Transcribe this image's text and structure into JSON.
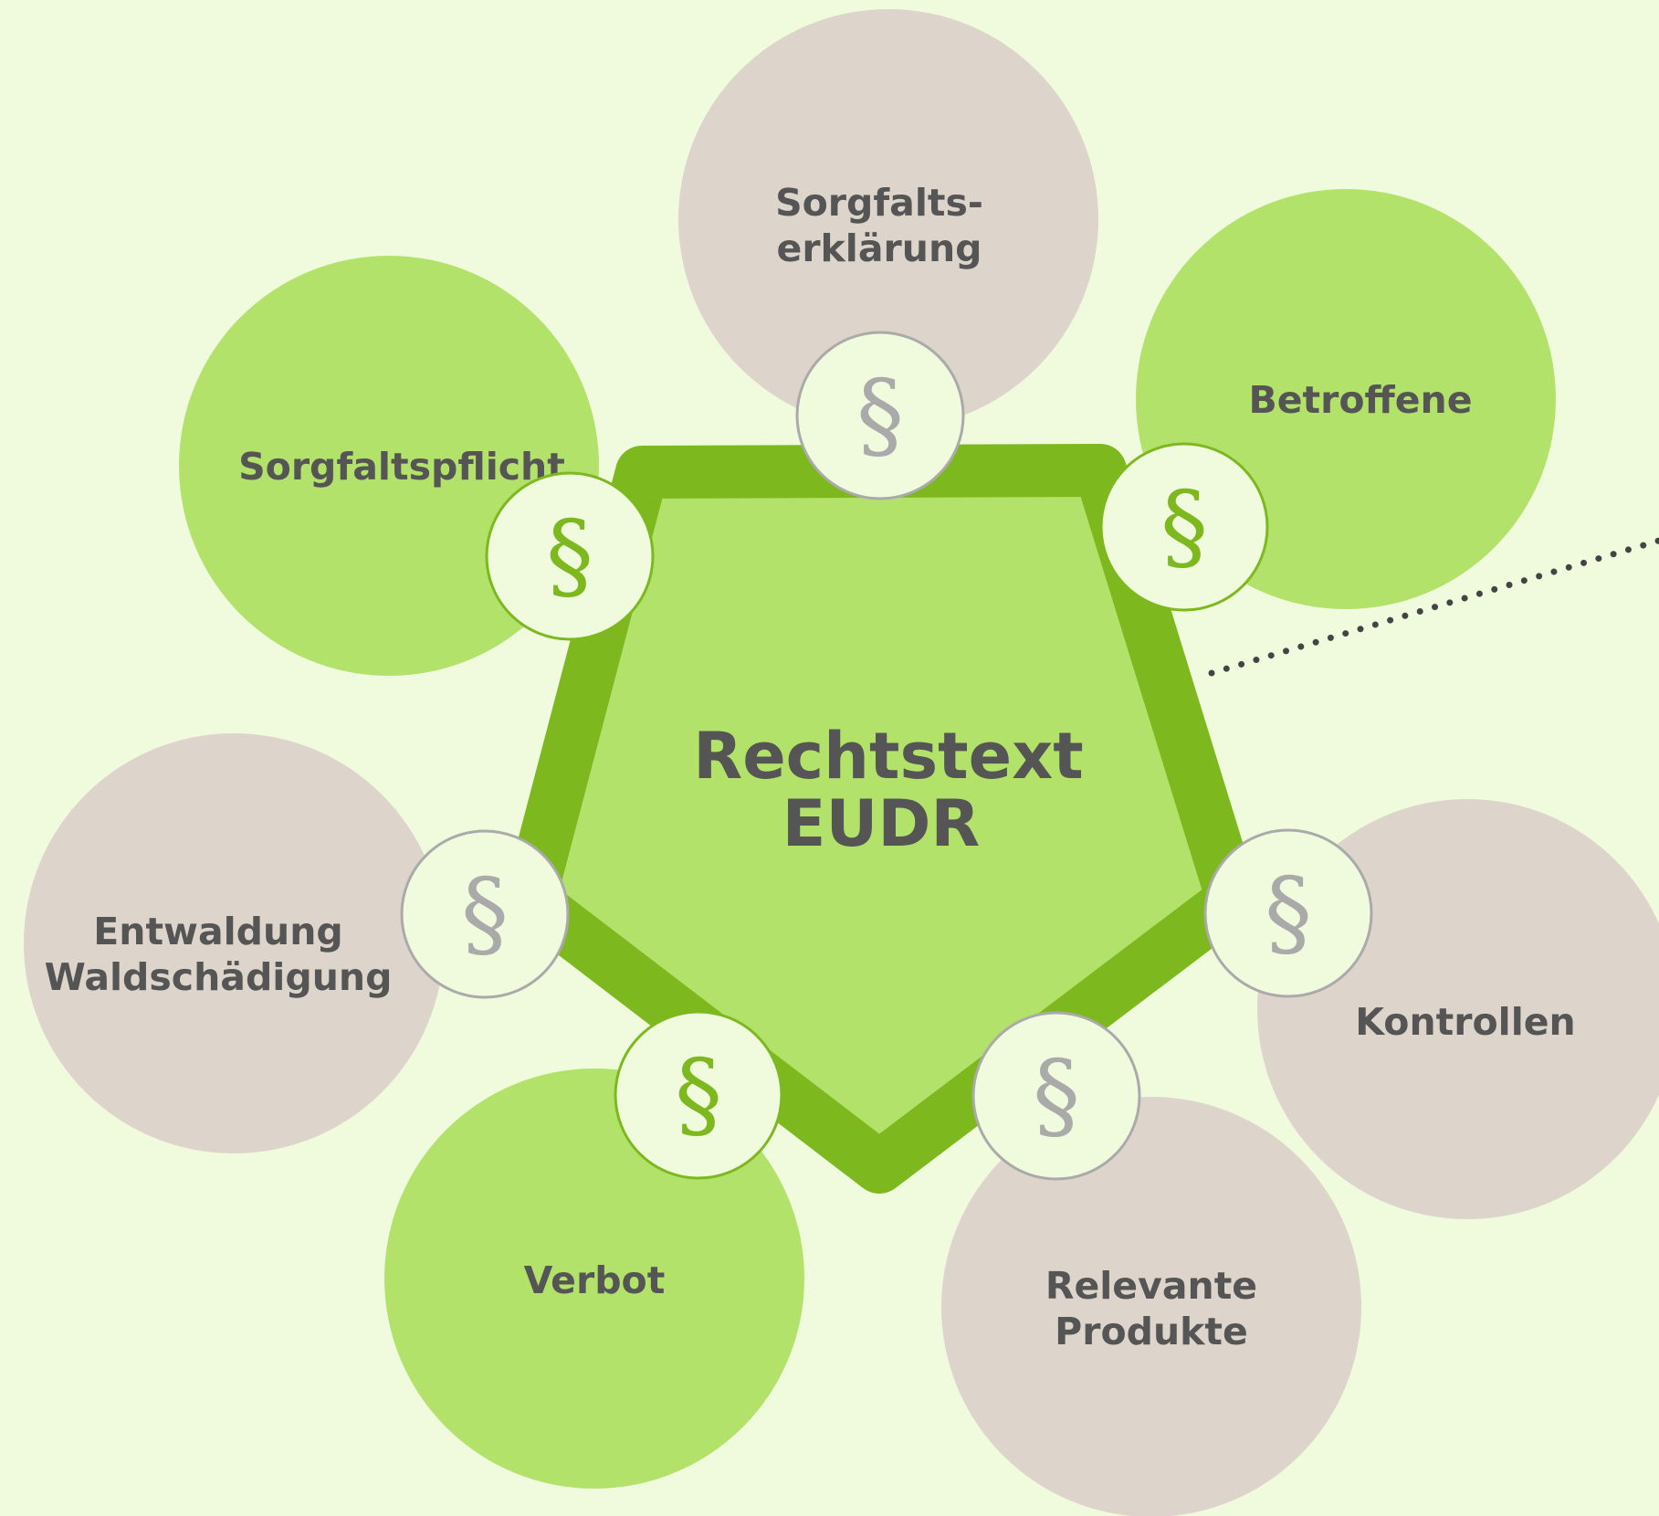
{
  "center": {
    "line1": "Rechtstext",
    "line2": "EUDR"
  },
  "topics": [
    {
      "id": "sorgfaltserklaerung",
      "line1": "Sorgfalts-",
      "line2": "erklärung",
      "tone": "beige"
    },
    {
      "id": "betroffene",
      "line1": "Betroffene",
      "line2": "",
      "tone": "green"
    },
    {
      "id": "kontrollen",
      "line1": "Kontrollen",
      "line2": "",
      "tone": "beige"
    },
    {
      "id": "relevante-produkte",
      "line1": "Relevante",
      "line2": "Produkte",
      "tone": "beige"
    },
    {
      "id": "verbot",
      "line1": "Verbot",
      "line2": "",
      "tone": "green"
    },
    {
      "id": "entwaldung",
      "line1": "Entwaldung",
      "line2": "Waldschädigung",
      "tone": "beige"
    },
    {
      "id": "sorgfaltspflicht",
      "line1": "Sorgfaltspflicht",
      "line2": "",
      "tone": "green"
    }
  ],
  "badge_symbol": "§",
  "badge_icon": "section-sign-icon",
  "colors": {
    "background": "#f0fadc",
    "green_circle": "#b3e26b",
    "beige_circle": "#ddd5cb",
    "pentagon_fill": "#b3e26b",
    "pentagon_stroke": "#7db81f",
    "badge_green": "#7db81f",
    "badge_grey": "#aaaaaa",
    "text": "#555555",
    "dotted_line": "#444444"
  }
}
